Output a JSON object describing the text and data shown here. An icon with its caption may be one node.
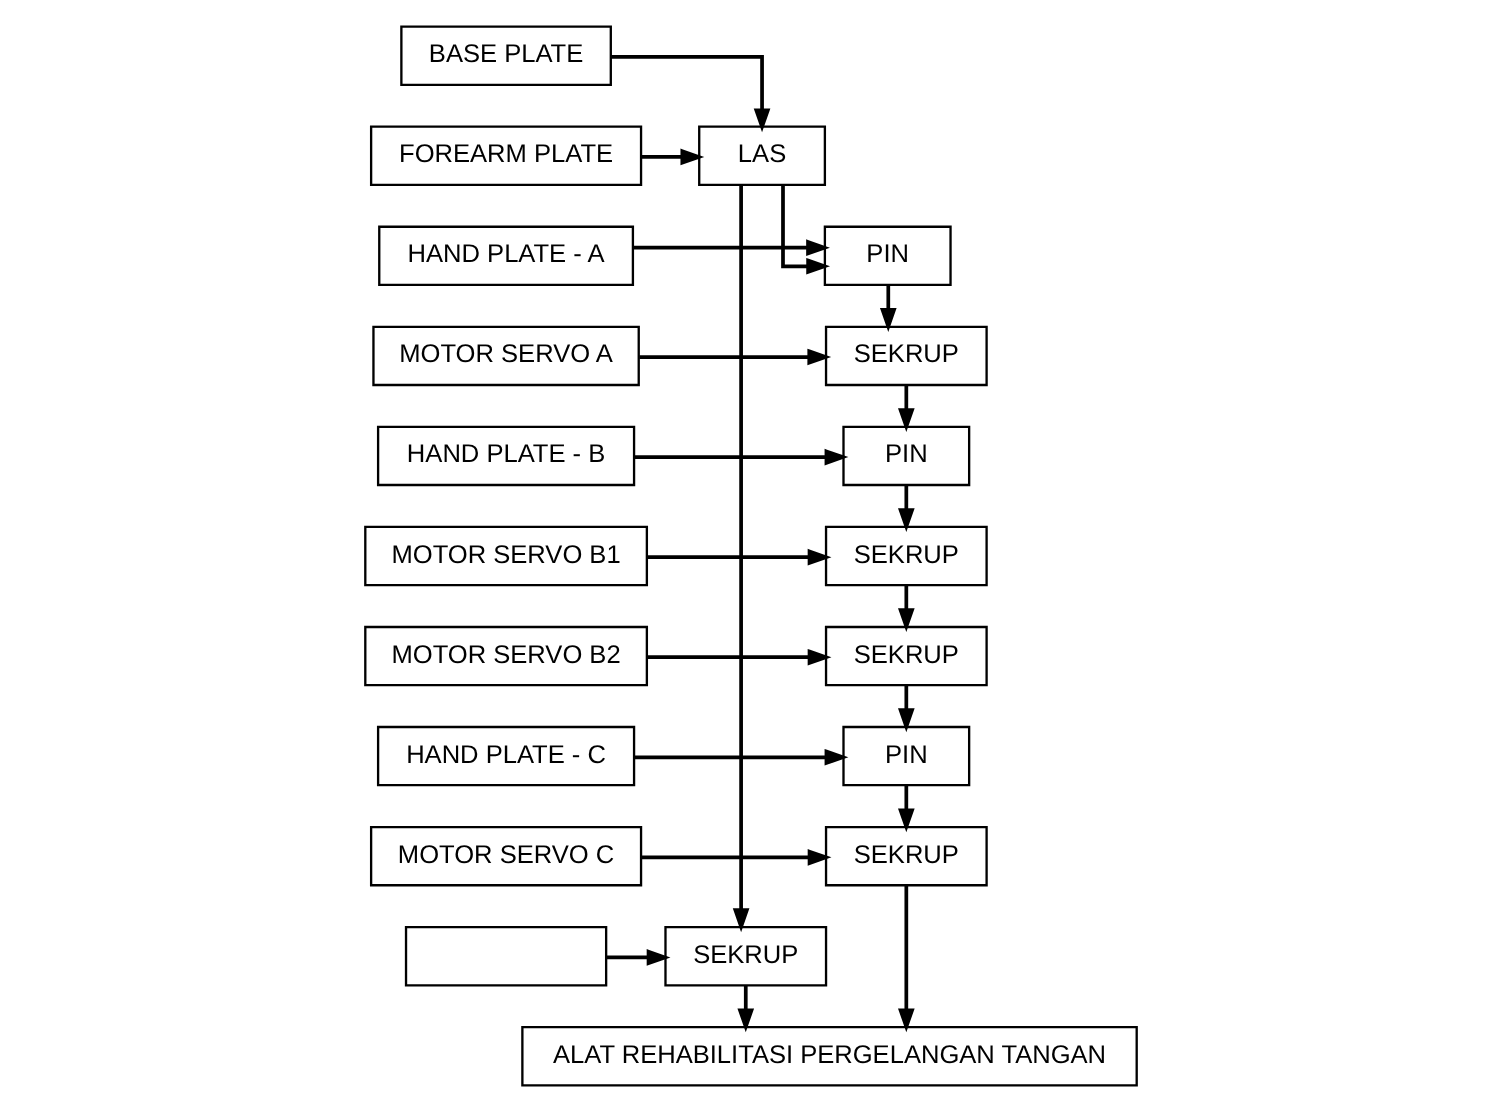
{
  "diagram": {
    "nodes": [
      {
        "text": [
          "BASE PLATE"
        ]
      },
      {
        "text": [
          "FOREARM PLATE"
        ]
      },
      {
        "text": [
          "LAS"
        ]
      },
      {
        "text": [
          "HAND PLATE - A"
        ]
      },
      {
        "text": [
          "PIN"
        ]
      },
      {
        "text": [
          "MOTOR SERVO A"
        ]
      },
      {
        "text": [
          "SEKRUP"
        ]
      },
      {
        "text": [
          "HAND PLATE - B"
        ]
      },
      {
        "text": [
          "PIN"
        ]
      },
      {
        "text": [
          "MOTOR SERVO B1"
        ]
      },
      {
        "text": [
          "SEKRUP"
        ]
      },
      {
        "text": [
          "MOTOR SERVO B2"
        ]
      },
      {
        "text": [
          "SEKRUP"
        ]
      },
      {
        "text": [
          "HAND PLATE - C"
        ]
      },
      {
        "text": [
          "PIN"
        ]
      },
      {
        "text": [
          "MOTOR SERVO C"
        ]
      },
      {
        "text": [
          "SEKRUP"
        ]
      },
      {
        "text": [],
        "shape": "box"
      },
      {
        "text": [
          "SEKRUP"
        ]
      },
      {
        "text": [
          "ALAT REHABILITASI PERGELANGAN TANGAN"
        ]
      }
    ],
    "edges": [
      {
        "from": 0,
        "to": 2,
        "arrow": "to"
      },
      {
        "from": 1,
        "to": 2,
        "arrow": "to"
      },
      {
        "from": 2,
        "to": 4,
        "arrow": "to"
      },
      {
        "from": 2,
        "to": 18,
        "arrow": "to"
      },
      {
        "from": 3,
        "to": 4,
        "arrow": "to"
      },
      {
        "from": 4,
        "to": 6,
        "arrow": "to"
      },
      {
        "from": 5,
        "to": 6,
        "arrow": "to"
      },
      {
        "from": 6,
        "to": 8,
        "arrow": "to"
      },
      {
        "from": 7,
        "to": 8,
        "arrow": "to"
      },
      {
        "from": 8,
        "to": 10,
        "arrow": "to"
      },
      {
        "from": 9,
        "to": 10,
        "arrow": "to"
      },
      {
        "from": 10,
        "to": 12,
        "arrow": "to"
      },
      {
        "from": 11,
        "to": 12,
        "arrow": "to"
      },
      {
        "from": 12,
        "to": 14,
        "arrow": "to"
      },
      {
        "from": 13,
        "to": 14,
        "arrow": "to"
      },
      {
        "from": 14,
        "to": 16,
        "arrow": "to"
      },
      {
        "from": 15,
        "to": 16,
        "arrow": "to"
      },
      {
        "from": 16,
        "to": 19,
        "arrow": "to"
      },
      {
        "from": 17,
        "to": 18,
        "arrow": "to"
      },
      {
        "from": 18,
        "to": 19,
        "arrow": "to"
      }
    ]
  }
}
